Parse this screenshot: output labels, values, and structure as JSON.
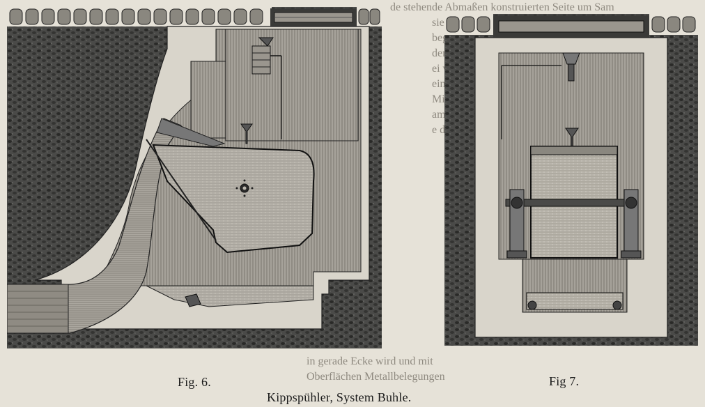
{
  "figures": [
    {
      "caption": "Fig. 6."
    },
    {
      "caption": "Fig 7."
    }
  ],
  "title": "Kippspühler, System Buhle.",
  "bleed_text": {
    "right_lines": [
      "de stehende Abmaßen konstruierten Seite um Sam",
      "sie absaugt",
      "begirkt.",
      "der",
      "ei verhält",
      "eine gros",
      "Milder",
      "am leicht",
      "e des K"
    ],
    "bottom_lines": [
      "in gerade Ecke wird und mit",
      "Oberflächen Metallbelegungen"
    ]
  }
}
